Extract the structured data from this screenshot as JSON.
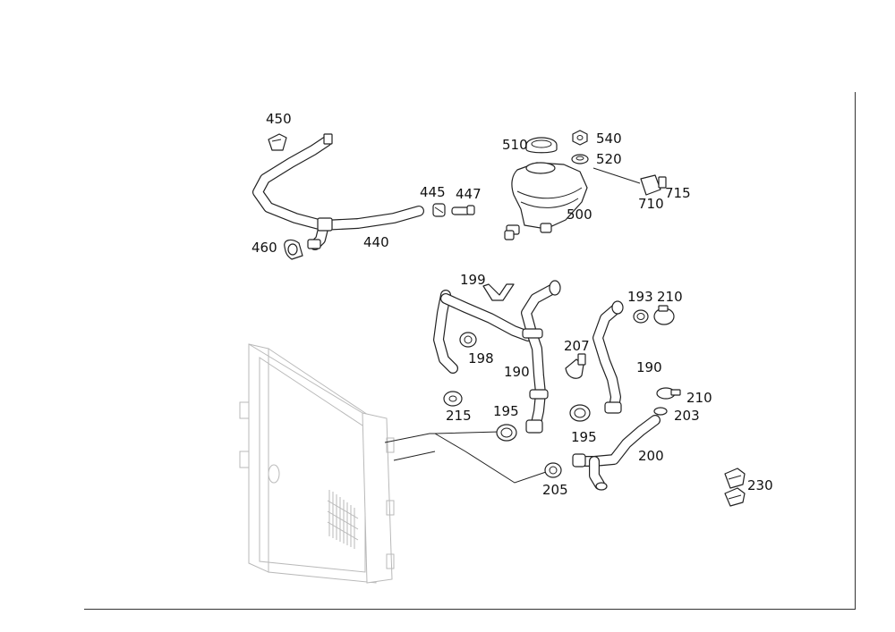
{
  "diagram": {
    "part_labels": {
      "p450": "450",
      "p460": "460",
      "p440": "440",
      "p445": "445",
      "p447": "447",
      "p510": "510",
      "p540": "540",
      "p520": "520",
      "p500": "500",
      "p710": "710",
      "p715": "715",
      "p199": "199",
      "p198": "198",
      "p190a": "190",
      "p190b": "190",
      "p207": "207",
      "p193": "193",
      "p210a": "210",
      "p210b": "210",
      "p203": "203",
      "p215": "215",
      "p195a": "195",
      "p195b": "195",
      "p200": "200",
      "p205": "205",
      "p230": "230"
    }
  }
}
